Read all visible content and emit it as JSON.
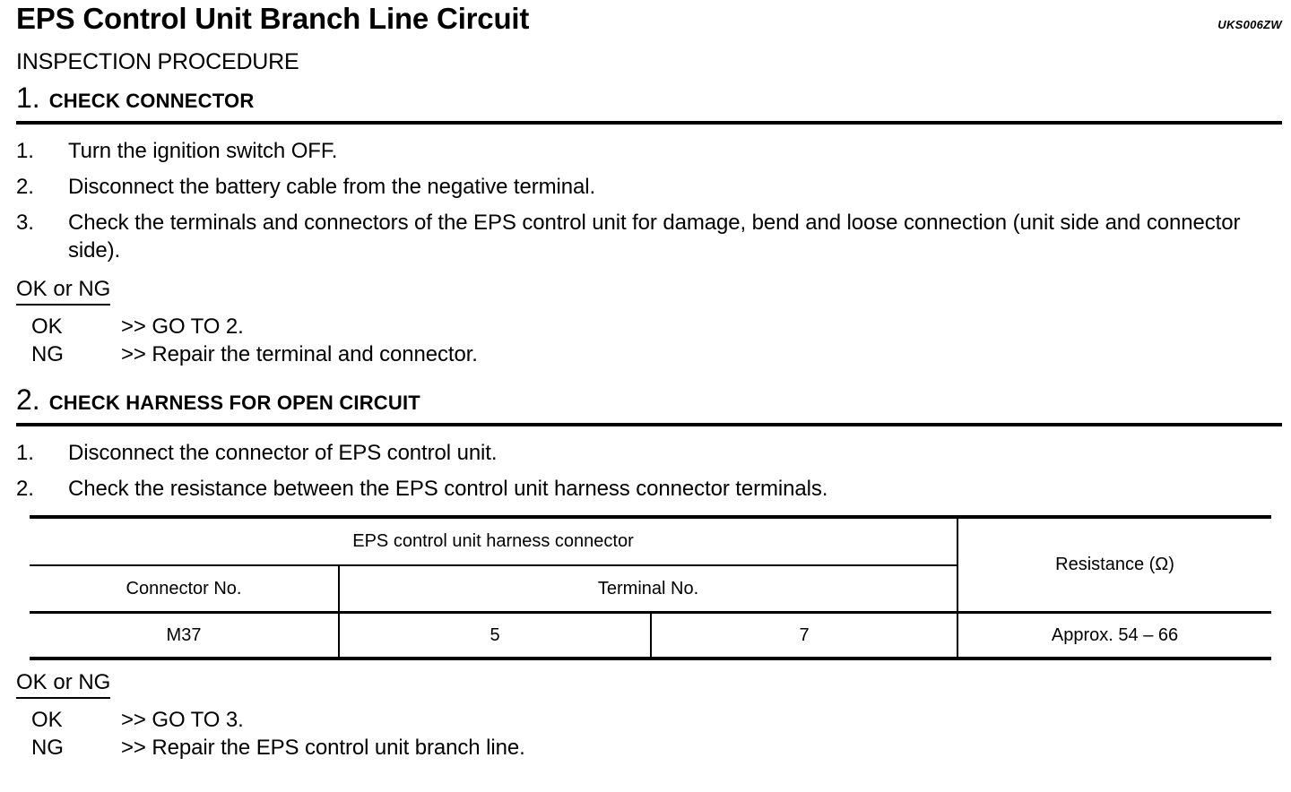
{
  "document": {
    "title": "EPS Control Unit Branch Line Circuit",
    "code": "UKS006ZW",
    "section_label": "INSPECTION PROCEDURE"
  },
  "steps": [
    {
      "number": "1.",
      "title": "CHECK CONNECTOR",
      "items": [
        {
          "num": "1.",
          "text": "Turn the ignition switch OFF."
        },
        {
          "num": "2.",
          "text": "Disconnect the battery cable from the negative terminal."
        },
        {
          "num": "3.",
          "text": "Check the terminals and connectors of the EPS control unit for damage, bend and loose connection (unit side and connector side)."
        }
      ],
      "result_heading": "OK or NG",
      "results": [
        {
          "key": "OK",
          "value": ">> GO TO 2."
        },
        {
          "key": "NG",
          "value": ">> Repair the terminal and connector."
        }
      ]
    },
    {
      "number": "2.",
      "title": "CHECK HARNESS FOR OPEN CIRCUIT",
      "items": [
        {
          "num": "1.",
          "text": "Disconnect the connector of EPS control unit."
        },
        {
          "num": "2.",
          "text": "Check the resistance between the EPS control unit harness connector terminals."
        }
      ],
      "result_heading": "OK or NG",
      "results": [
        {
          "key": "OK",
          "value": ">> GO TO 3."
        },
        {
          "key": "NG",
          "value": ">> Repair the EPS control unit branch line."
        }
      ]
    }
  ],
  "table": {
    "group_header": "EPS control unit harness connector",
    "resistance_header": "Resistance (Ω)",
    "connector_no_header": "Connector No.",
    "terminal_no_header": "Terminal No.",
    "row": {
      "connector_no": "M37",
      "terminal_a": "5",
      "terminal_b": "7",
      "resistance": "Approx. 54 – 66"
    }
  }
}
